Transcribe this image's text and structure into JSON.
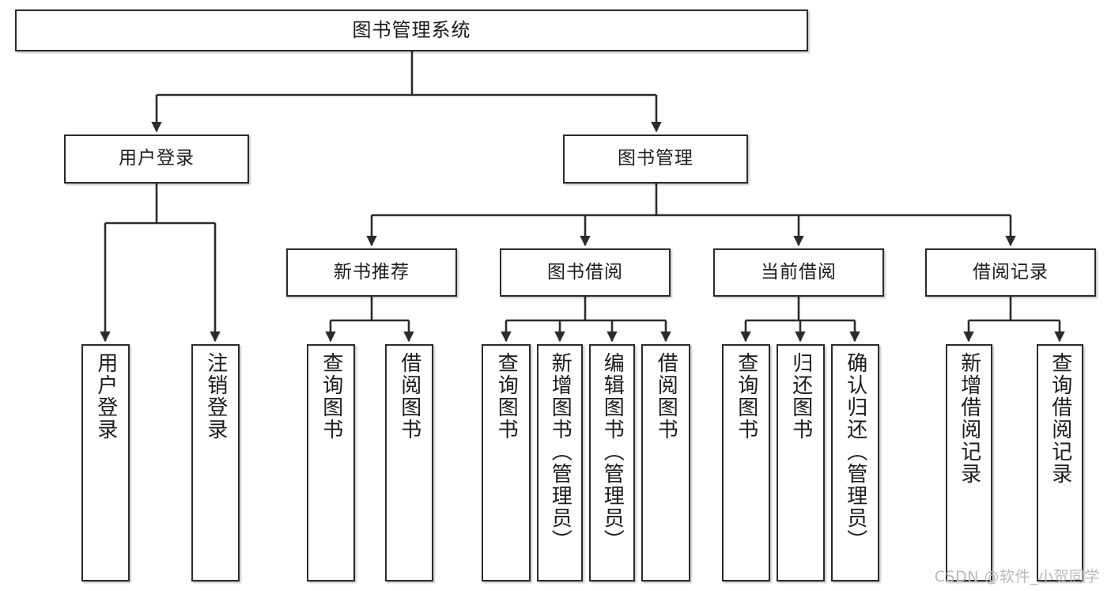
{
  "diagram": {
    "title": "图书管理系统",
    "type": "tree-hierarchy",
    "watermark": "CSDN @软件_小贺同学",
    "colors": {
      "box_border": "#2b2b2b",
      "box_fill": "#ffffff",
      "text": "#1b1b1b",
      "edge": "#2b2b2b",
      "watermark": "#b9b9b9",
      "background": "#ffffff"
    },
    "nodes": {
      "root": {
        "label": "图书管理系统"
      },
      "level2": [
        {
          "id": "user-login",
          "label": "用户登录"
        },
        {
          "id": "book-management",
          "label": "图书管理"
        }
      ],
      "level3": [
        {
          "id": "new-book-recommend",
          "label": "新书推荐"
        },
        {
          "id": "book-borrow",
          "label": "图书借阅"
        },
        {
          "id": "current-borrow",
          "label": "当前借阅"
        },
        {
          "id": "borrow-record",
          "label": "借阅记录"
        }
      ],
      "leaves": {
        "user-login": [
          {
            "id": "leaf-user-login",
            "label": "用户登录"
          },
          {
            "id": "leaf-user-logout",
            "label": "注销登录"
          }
        ],
        "new-book-recommend": [
          {
            "id": "leaf-query-book-1",
            "label": "查询图书"
          },
          {
            "id": "leaf-borrow-book-1",
            "label": "借阅图书"
          }
        ],
        "book-borrow": [
          {
            "id": "leaf-query-book-2",
            "label": "查询图书"
          },
          {
            "id": "leaf-add-book",
            "label": "新增图书（管理员）"
          },
          {
            "id": "leaf-edit-book",
            "label": "编辑图书（管理员）"
          },
          {
            "id": "leaf-borrow-book-2",
            "label": "借阅图书"
          }
        ],
        "current-borrow": [
          {
            "id": "leaf-query-book-3",
            "label": "查询图书"
          },
          {
            "id": "leaf-return-book",
            "label": "归还图书"
          },
          {
            "id": "leaf-confirm-return",
            "label": "确认归还（管理员）"
          }
        ],
        "borrow-record": [
          {
            "id": "leaf-add-record",
            "label": "新增借阅记录"
          },
          {
            "id": "leaf-query-record",
            "label": "查询借阅记录"
          }
        ]
      }
    }
  }
}
